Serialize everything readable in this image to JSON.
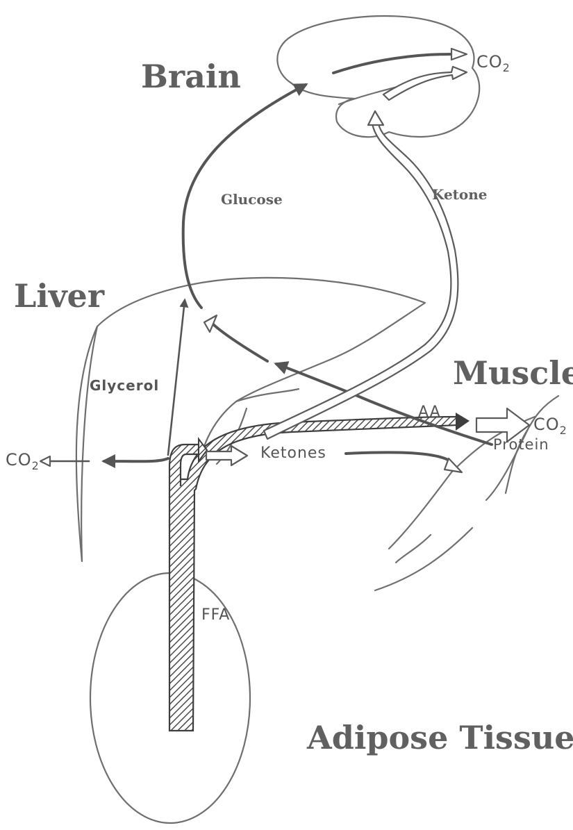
{
  "organs": {
    "brain": "Brain",
    "liver": "Liver",
    "muscle": "Muscle",
    "adipose": "Adipose Tissue"
  },
  "flows": {
    "glucose": "Glucose",
    "ketone": "Ketone",
    "glycerol": "Glycerol",
    "aa": "AA",
    "protein": "Protein",
    "ketones": "Ketones",
    "ffa": "FFA",
    "co2": "CO",
    "co2_sub": "2"
  }
}
